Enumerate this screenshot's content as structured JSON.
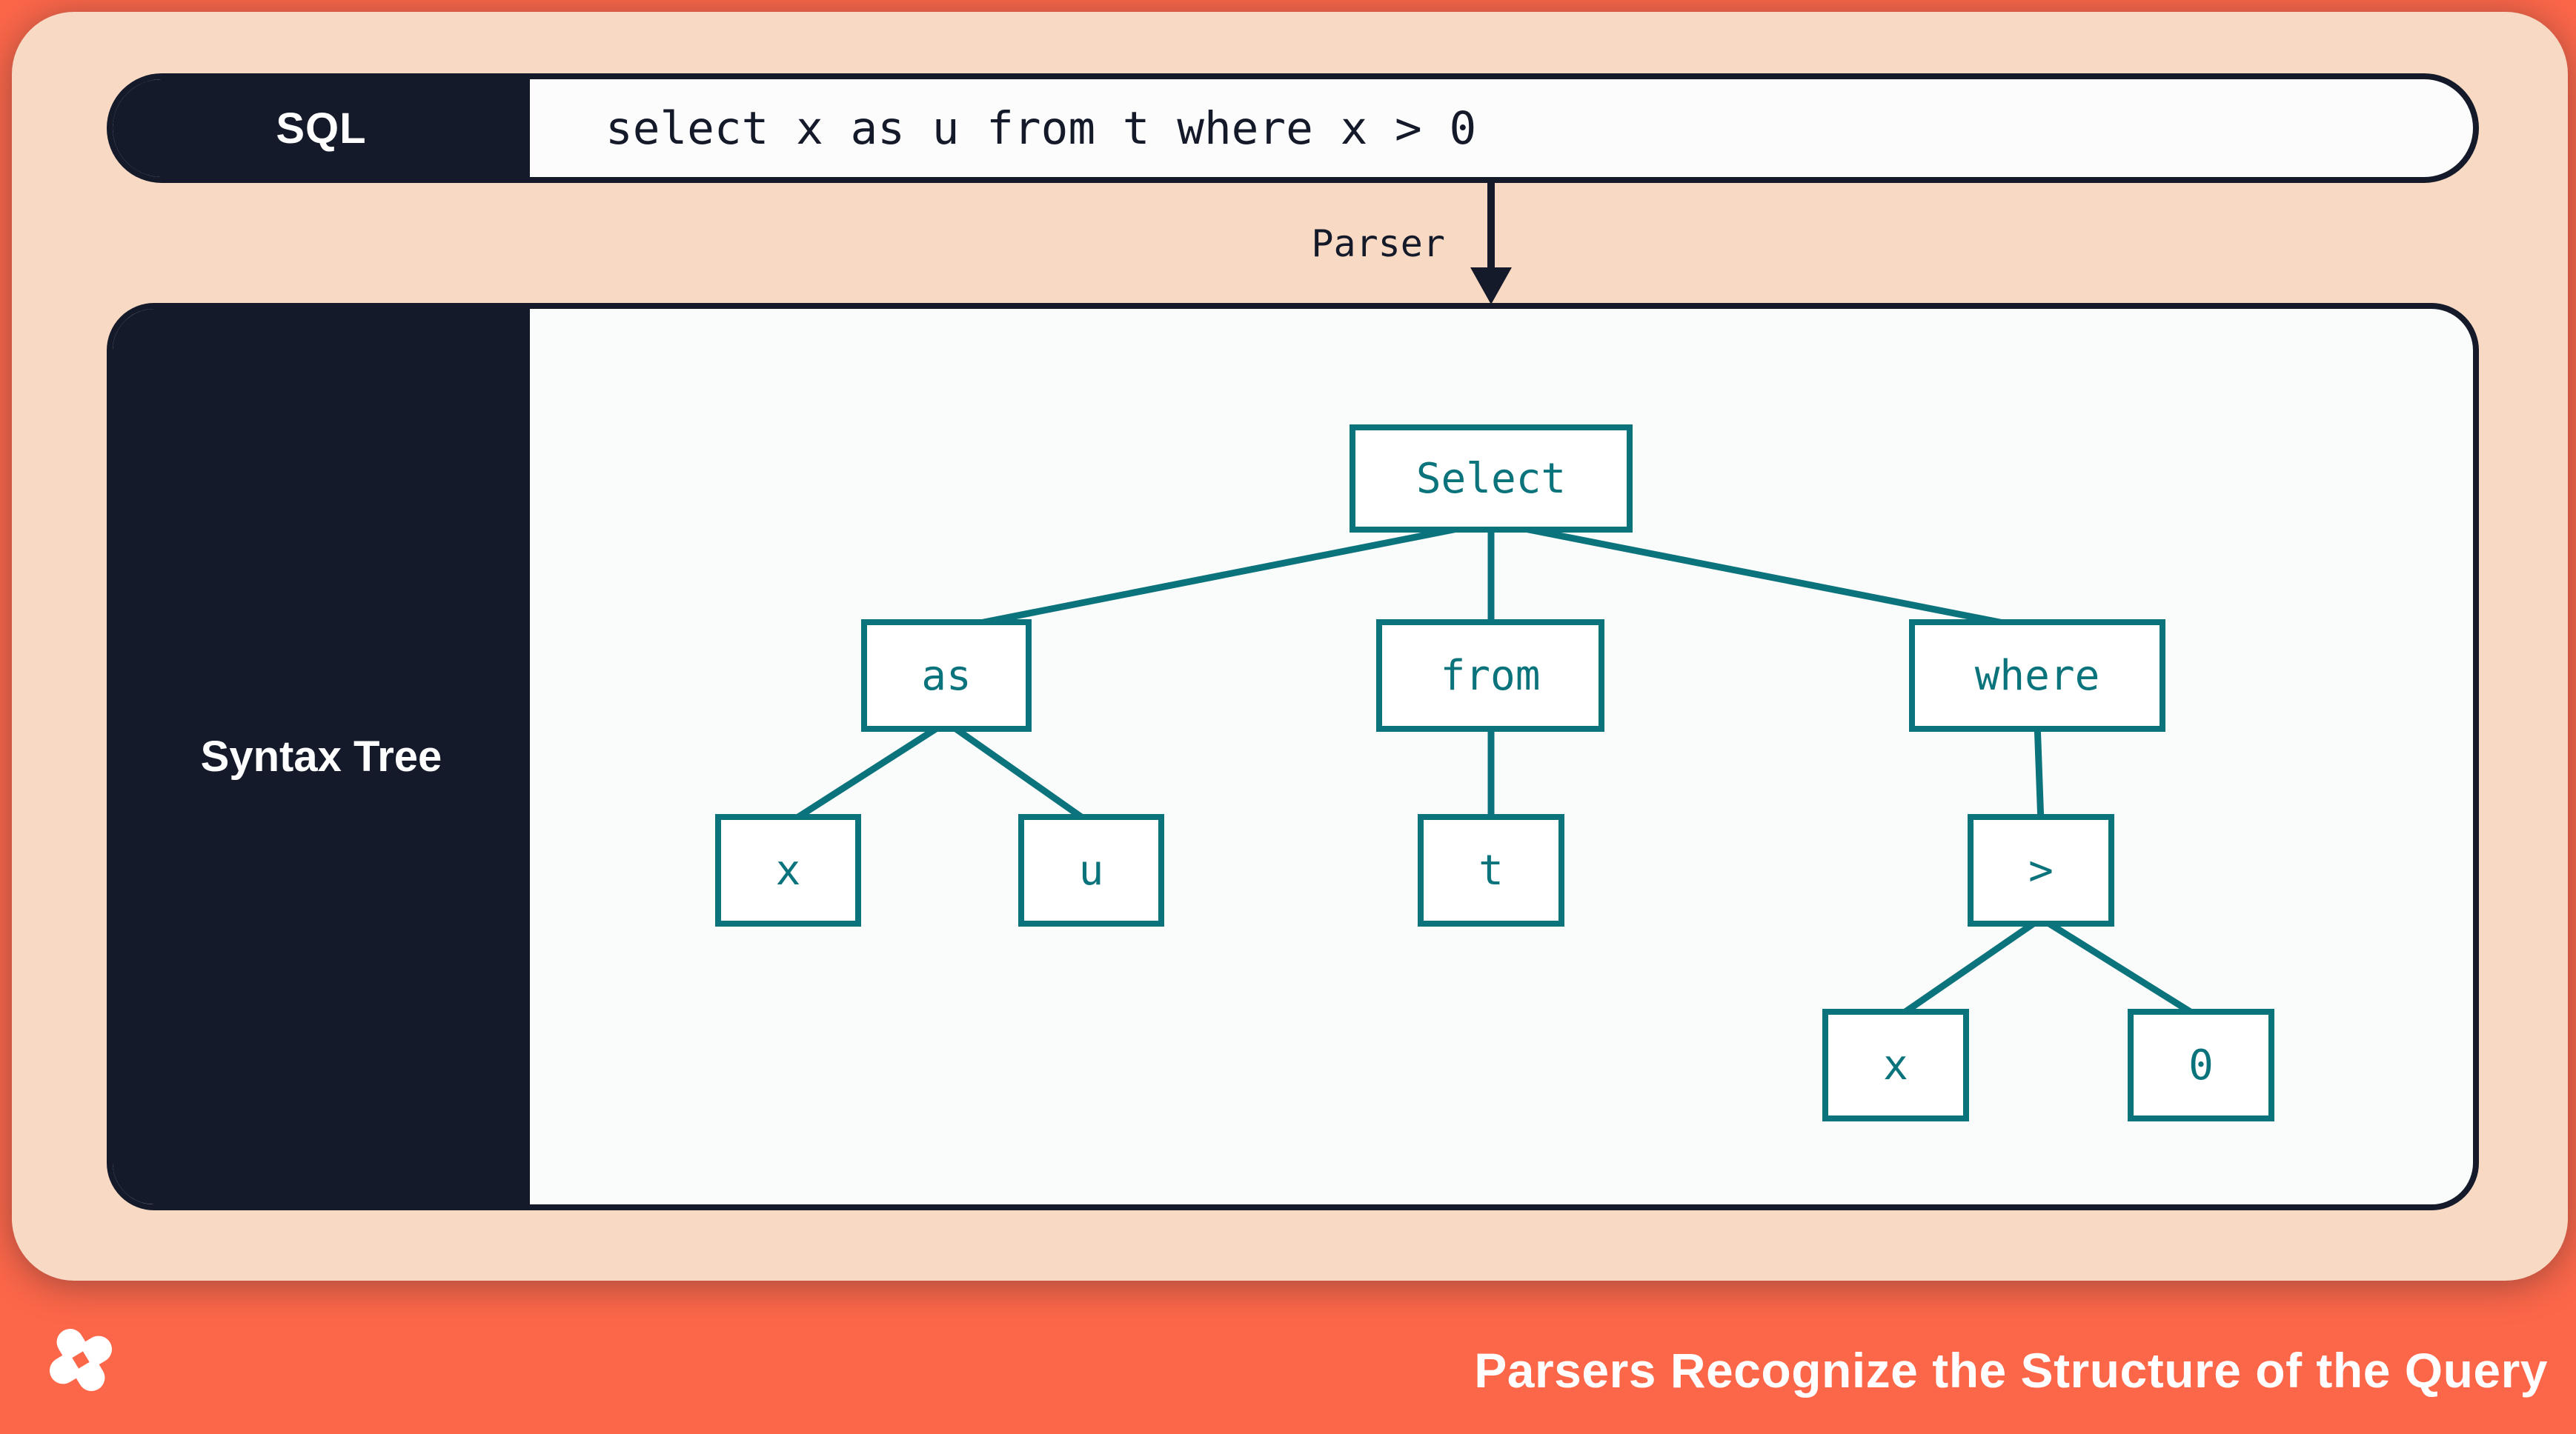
{
  "sql_bar": {
    "label": "SQL",
    "query": "select x as u from t where x > 0"
  },
  "parser": {
    "label": "Parser"
  },
  "syntax_tree_panel": {
    "label": "Syntax Tree"
  },
  "tree": {
    "nodes": {
      "select": "Select",
      "as": "as",
      "from": "from",
      "where": "where",
      "x_alias": "x",
      "u": "u",
      "t": "t",
      "gt": ">",
      "x_cond": "x",
      "zero": "0"
    },
    "edges": [
      [
        "Select",
        "as"
      ],
      [
        "Select",
        "from"
      ],
      [
        "Select",
        "where"
      ],
      [
        "as",
        "x"
      ],
      [
        "as",
        "u"
      ],
      [
        "from",
        "t"
      ],
      [
        "where",
        ">"
      ],
      [
        ">",
        "x"
      ],
      [
        ">",
        "0"
      ]
    ]
  },
  "footer": {
    "title": "Parsers Recognize the Structure of the Query",
    "logo": "dolt-four-point-star"
  },
  "colors": {
    "background_orange": "#fd6749",
    "panel_peach": "#f8dac4",
    "ink_navy": "#141a29",
    "node_teal": "#0b737b",
    "tree_panel_white": "#fafbfb"
  }
}
